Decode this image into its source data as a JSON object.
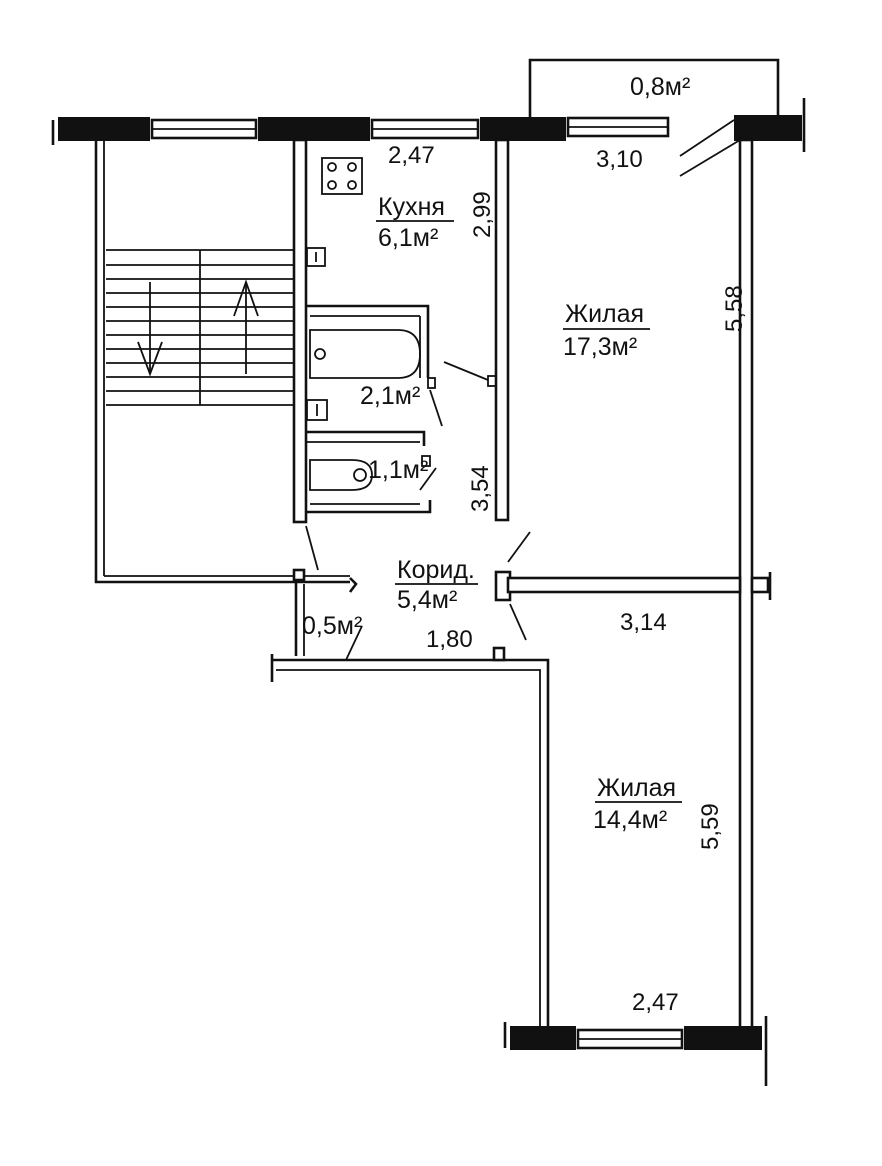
{
  "rooms": {
    "kitchen": {
      "name": "Кухня",
      "area": "6,1м²"
    },
    "living1": {
      "name": "Жилая",
      "area": "17,3м²"
    },
    "living2": {
      "name": "Жилая",
      "area": "14,4м²"
    },
    "bathroom": {
      "area": "2,1м²"
    },
    "toilet": {
      "area": "1,1м²"
    },
    "corridor": {
      "name": "Корид.",
      "area": "5,4м²"
    },
    "closet": {
      "area": "0,5м²"
    },
    "balcony": {
      "area": "0,8м²"
    }
  },
  "dimensions": {
    "kitchen_width": "2,47",
    "kitchen_depth": "2,99",
    "living1_width": "3,10",
    "living1_depth": "5,58",
    "partition_length": "3,54",
    "corridor_width": "1,80",
    "living2_width_top": "3,14",
    "living2_depth": "5,59",
    "living2_width_bottom": "2,47"
  }
}
